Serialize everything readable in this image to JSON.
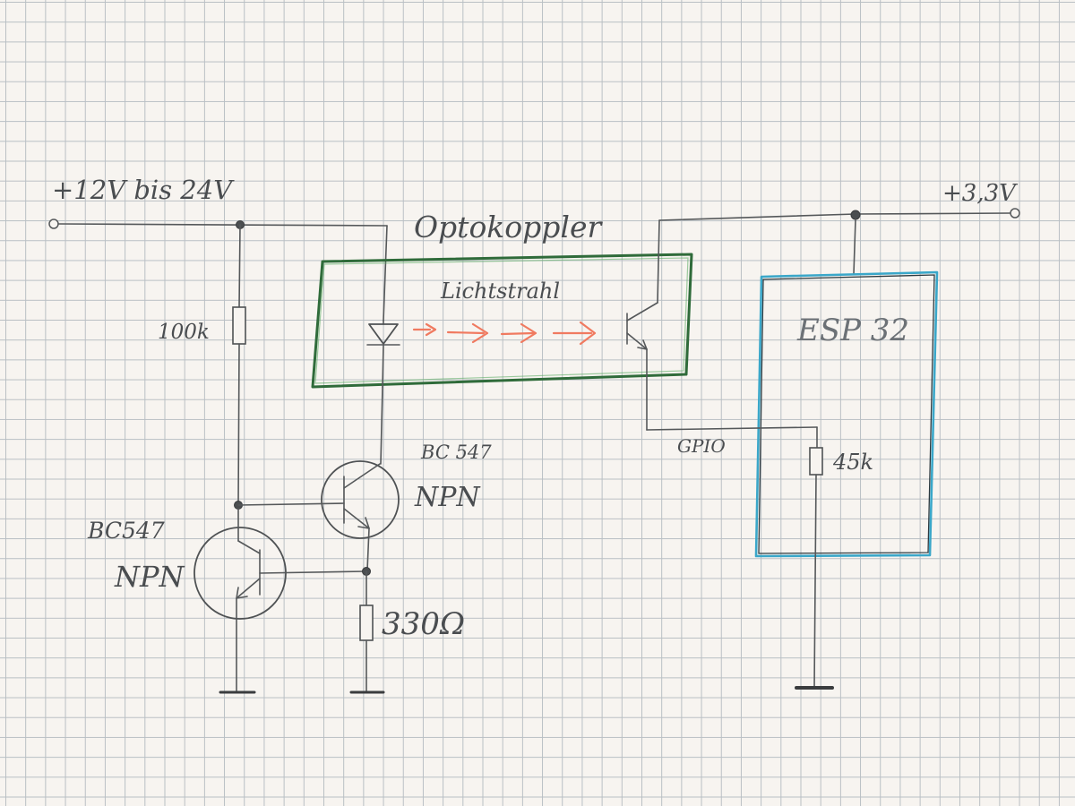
{
  "labels": {
    "supply_in": "+12V bis 24V",
    "supply_esp": "+3,3V",
    "optocoupler": "Optokoppler",
    "light_beam": "Lichtstrahl",
    "r_base": "100k",
    "r_emitter": "330Ω",
    "r_pull": "45k",
    "gpio": "GPIO",
    "esp": "ESP 32",
    "q1_type": "BC547",
    "q1_kind": "NPN",
    "q2_type": "BC 547",
    "q2_kind": "NPN"
  },
  "colors": {
    "pencil": "#55585a",
    "optocoupler_box": "#2f6b3a",
    "esp_box": "#3aa7c9",
    "light_arrows": "#f07a60",
    "grid": "#b9bfc4",
    "paper": "#f7f4f0"
  }
}
